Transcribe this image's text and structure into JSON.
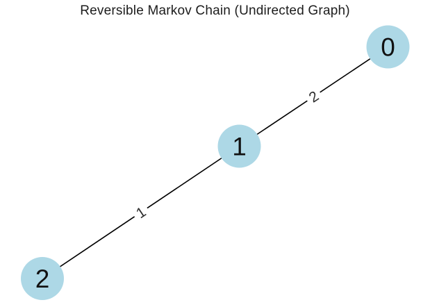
{
  "title": "Reversible Markov Chain (Undirected Graph)",
  "graph": {
    "type": "undirected",
    "nodes": [
      {
        "label": "0"
      },
      {
        "label": "1"
      },
      {
        "label": "2"
      }
    ],
    "edges": [
      {
        "from": "0",
        "to": "1",
        "label": "2"
      },
      {
        "from": "1",
        "to": "2",
        "label": "1"
      }
    ]
  },
  "colors": {
    "background": "#ffffff",
    "node_fill": "#add8e6",
    "edge_stroke": "#000000",
    "node_label_color": "#111111",
    "edge_label_color": "#2e2e2e",
    "title_color": "#1c1c1c"
  }
}
